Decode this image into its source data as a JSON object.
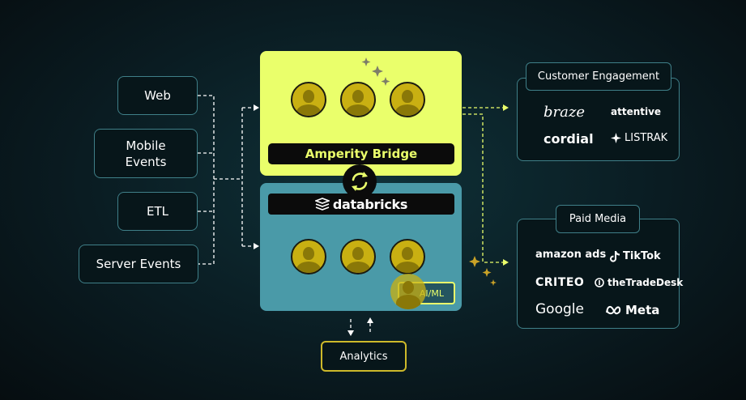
{
  "sources": [
    {
      "id": "web",
      "label": "Web"
    },
    {
      "id": "mobile",
      "line1": "Mobile",
      "line2": "Events"
    },
    {
      "id": "etl",
      "label": "ETL"
    },
    {
      "id": "server",
      "label": "Server Events"
    }
  ],
  "center": {
    "top_label": "Amperity Bridge",
    "bottom_label": "databricks",
    "aiml_label": "AI/ML"
  },
  "analytics": {
    "label": "Analytics"
  },
  "engagement": {
    "title": "Customer Engagement",
    "brands": [
      "braze",
      "attentive",
      "cordial",
      "LISTRAK"
    ]
  },
  "paid_media": {
    "title": "Paid Media",
    "brands": [
      "amazon ads",
      "TikTok",
      "CRITEO",
      "theTradeDesk",
      "Google",
      "Meta"
    ]
  },
  "colors": {
    "accent": "#eaff6b",
    "teal_panel": "#4a9aa8",
    "border": "#3f7f88",
    "gold": "#c9b012"
  }
}
